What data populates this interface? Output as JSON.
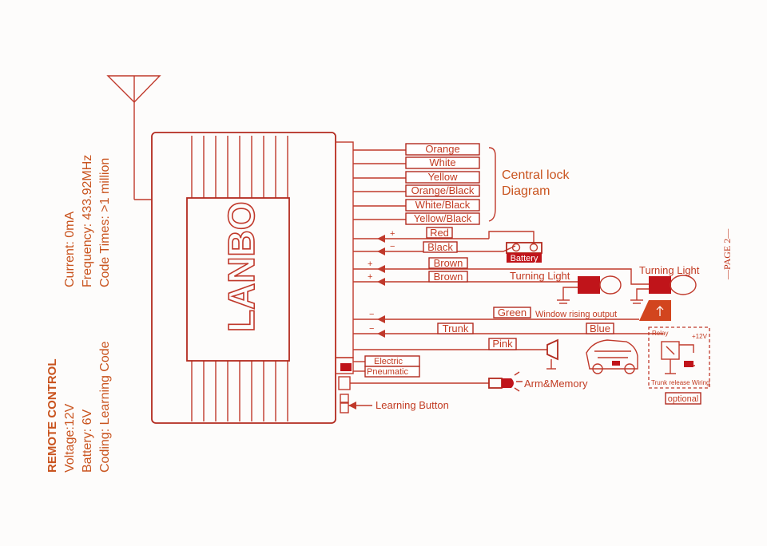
{
  "module": {
    "brand": "LANBO"
  },
  "specs_left": {
    "title": "REMOTE CONTROL",
    "voltage": "Voltage:12V",
    "battery": "Battery: 6V",
    "coding": "Coding: Learning Code"
  },
  "specs_right": {
    "current": "Current: 0mA",
    "frequency": "Frequency: 433.92MHz",
    "code_times": "Code Times: >1 million"
  },
  "central_lock": {
    "wires": [
      "Orange",
      "White",
      "Yellow",
      "Orange/Black",
      "White/Black",
      "Yellow/Black"
    ],
    "label_line1": "Central lock",
    "label_line2": "Diagram"
  },
  "power": {
    "red": "Red",
    "black": "Black",
    "battery": "Battery",
    "plus": "+",
    "minus": "−"
  },
  "turning": {
    "brown1": "Brown",
    "brown2": "Brown",
    "light1": "Turning Light",
    "light2": "Turning Light"
  },
  "window": {
    "wire": "Green",
    "label": "Window rising output"
  },
  "trunk": {
    "wire": "Trunk",
    "blue": "Blue",
    "relay": "Relay",
    "plus12": "+12V",
    "release": "Trunk release Wiring",
    "optional": "optional"
  },
  "siren": {
    "wire": "Pink"
  },
  "lock_type": {
    "electric": "Electric",
    "pneumatic": "Pneumatic"
  },
  "led": {
    "label": "Arm&Memory"
  },
  "learning": {
    "label": "Learning Button"
  },
  "page_marker": "—PAGE 2—",
  "colors": {
    "accent": "#c0392b",
    "text": "#c23b22",
    "fill_red": "#c0141a",
    "background": "#fdfcfb"
  }
}
